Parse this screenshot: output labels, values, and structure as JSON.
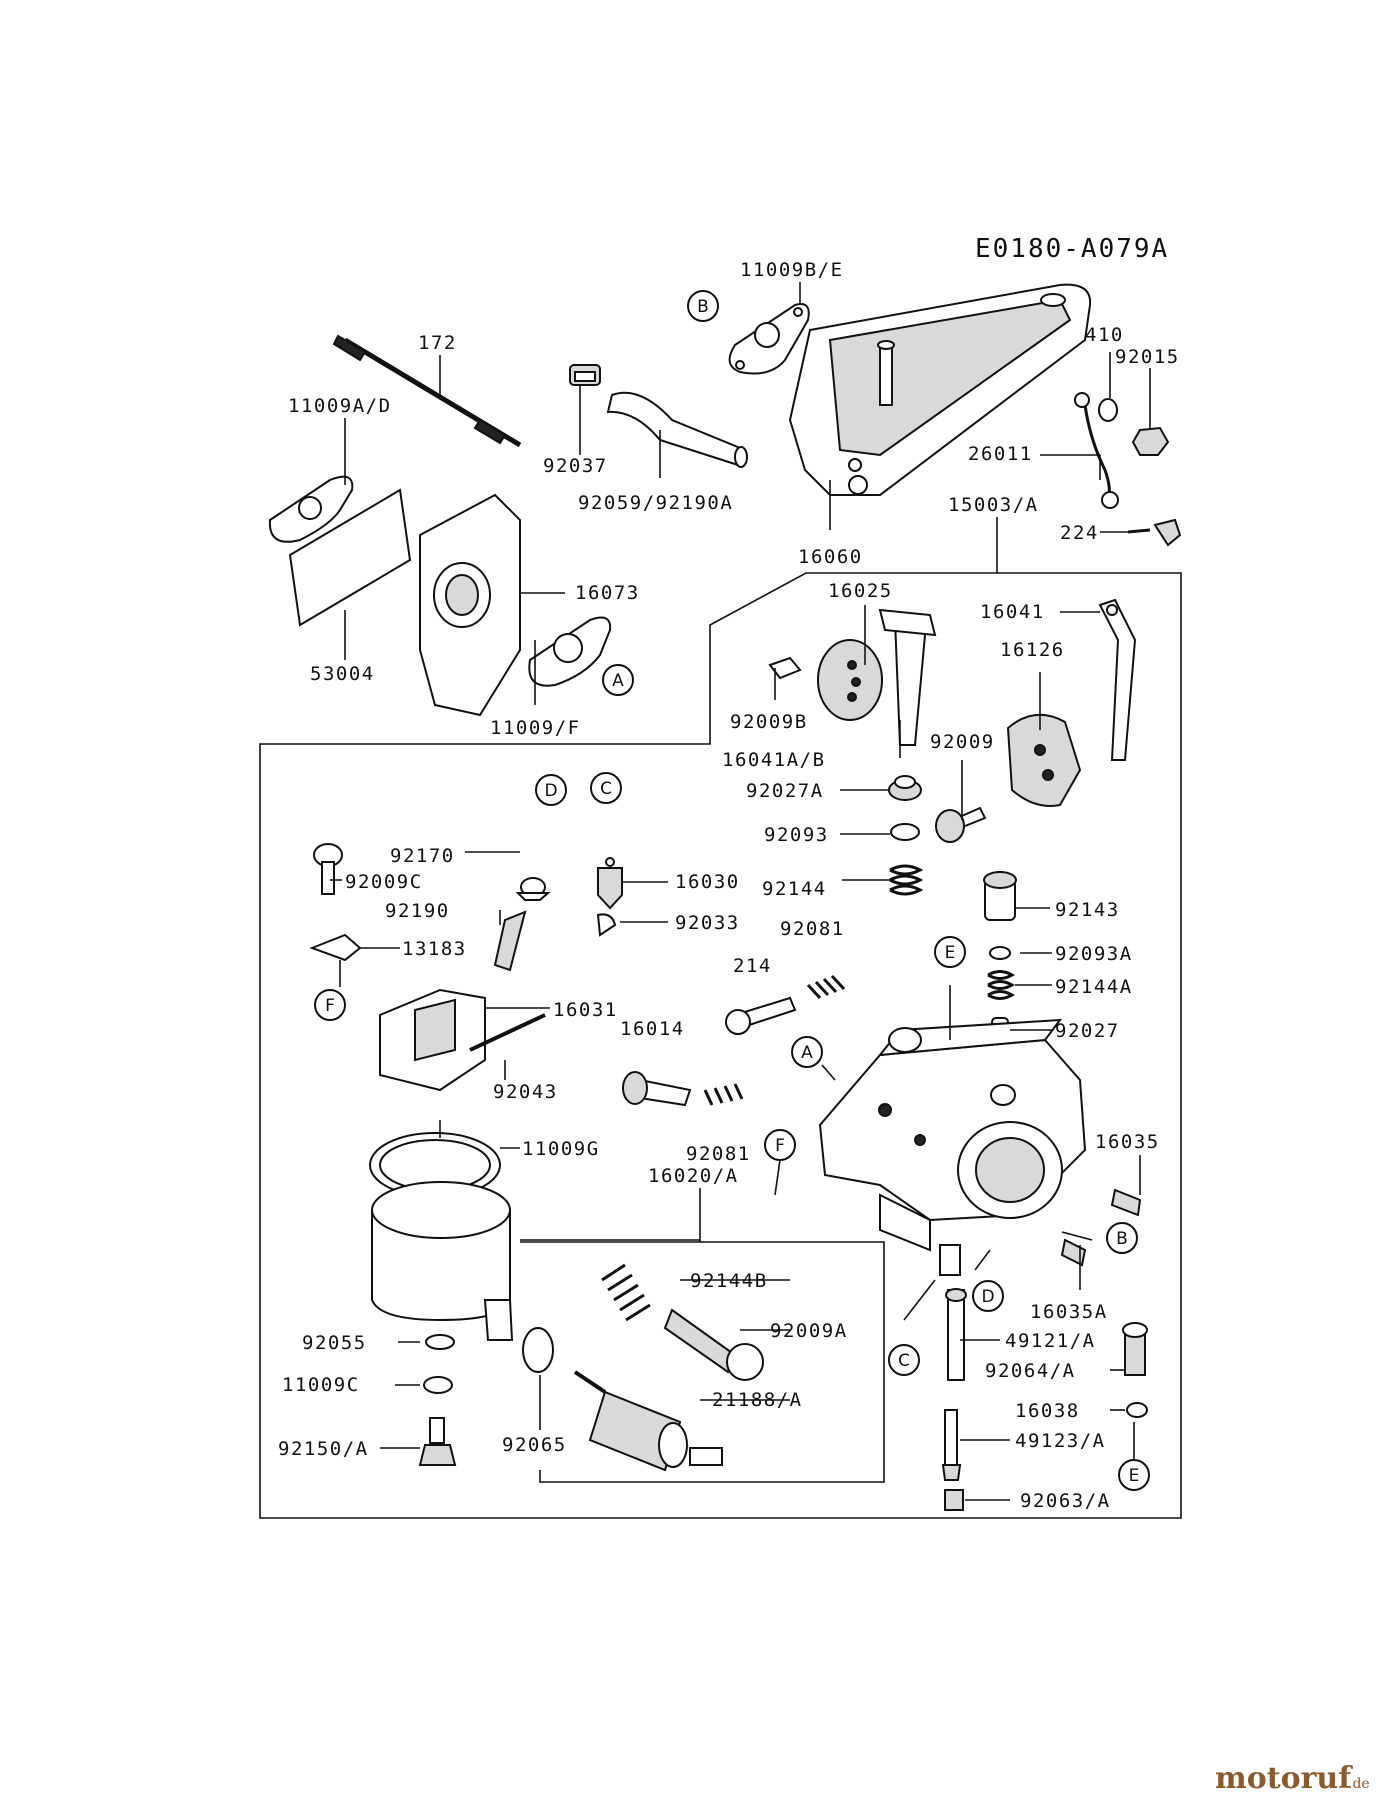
{
  "diagram_code": "E0180-A079A",
  "watermark": {
    "name": "motoruf",
    "suffix": ".de"
  },
  "callouts": {
    "a": "A",
    "b": "B",
    "c": "C",
    "d": "D",
    "e": "E",
    "f": "F"
  },
  "parts": {
    "p11009be": "11009B/E",
    "p410": "410",
    "p92015": "92015",
    "p172": "172",
    "p11009ad": "11009A/D",
    "p92037": "92037",
    "p26011": "26011",
    "p92059": "92059/92190A",
    "p15003": "15003/A",
    "p224": "224",
    "p16060": "16060",
    "p16073": "16073",
    "p16025": "16025",
    "p16041": "16041",
    "p53004": "53004",
    "p16126": "16126",
    "p11009f": "11009/F",
    "p92009b": "92009B",
    "p92009": "92009",
    "p16041ab": "16041A/B",
    "p92027a": "92027A",
    "p92093": "92093",
    "p92170": "92170",
    "p92009c": "92009C",
    "p16030": "16030",
    "p92144": "92144",
    "p92143": "92143",
    "p92190": "92190",
    "p92033": "92033",
    "p92081a": "92081",
    "p13183": "13183",
    "p214": "214",
    "p92093a": "92093A",
    "p92144a": "92144A",
    "p16031": "16031",
    "p16014": "16014",
    "p92027": "92027",
    "p92043": "92043",
    "p16035": "16035",
    "p11009g": "11009G",
    "p92081b": "92081",
    "p16020": "16020/A",
    "p92144b": "92144B",
    "p16035a": "16035A",
    "p92055": "92055",
    "p92009a": "92009A",
    "p49121": "49121/A",
    "p11009c": "11009C",
    "p92064": "92064/A",
    "p21188": "21188/A",
    "p16038": "16038",
    "p92150": "92150/A",
    "p92065": "92065",
    "p49123": "49123/A",
    "p92063": "92063/A"
  }
}
